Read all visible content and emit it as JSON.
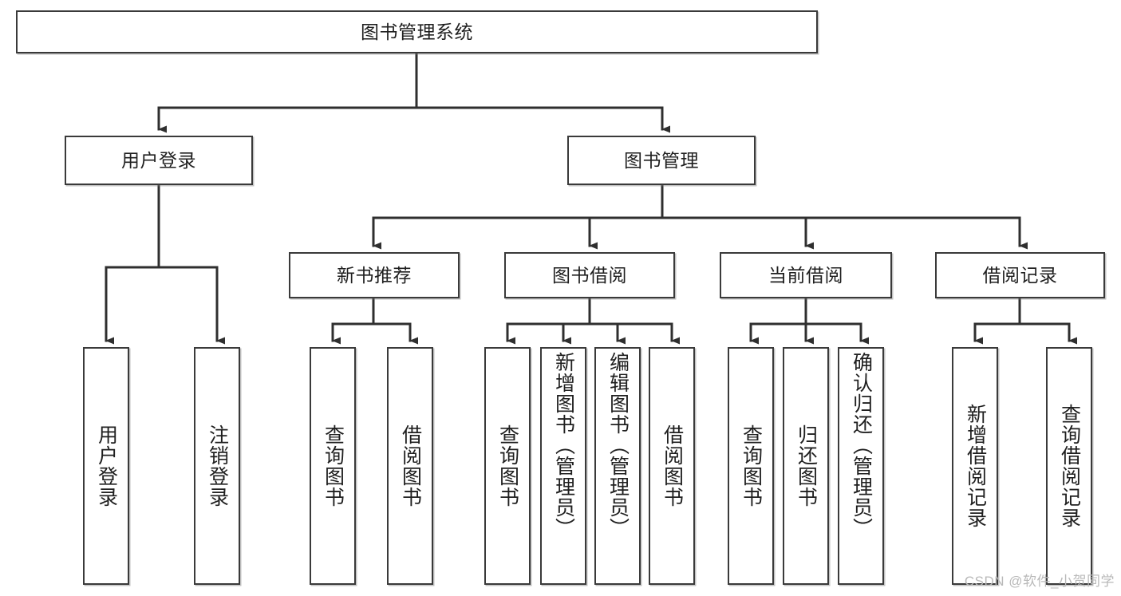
{
  "diagram": {
    "title": "图书管理系统",
    "type": "hierarchy-tree",
    "root": {
      "label": "图书管理系统"
    },
    "level2": [
      {
        "label": "用户登录"
      },
      {
        "label": "图书管理"
      }
    ],
    "level3": [
      {
        "label": "新书推荐"
      },
      {
        "label": "图书借阅"
      },
      {
        "label": "当前借阅"
      },
      {
        "label": "借阅记录"
      }
    ],
    "leaves": {
      "user_login": [
        {
          "label": "用户登录"
        },
        {
          "label": "注销登录"
        }
      ],
      "new_book_recommend": [
        {
          "label": "查询图书"
        },
        {
          "label": "借阅图书"
        }
      ],
      "book_borrow": [
        {
          "label": "查询图书"
        },
        {
          "label": "新增图书（管理员）"
        },
        {
          "label": "编辑图书（管理员）"
        },
        {
          "label": "借阅图书"
        }
      ],
      "current_borrow": [
        {
          "label": "查询图书"
        },
        {
          "label": "归还图书"
        },
        {
          "label": "确认归还（管理员）"
        }
      ],
      "borrow_record": [
        {
          "label": "新增借阅记录"
        },
        {
          "label": "查询借阅记录"
        }
      ]
    }
  },
  "watermark": {
    "text": "CSDN @软件_小贺同学"
  },
  "colors": {
    "stroke": "#3a3a3a",
    "fill": "#ffffff",
    "text": "#1f1f1f",
    "watermark": "#b9b9b9"
  }
}
